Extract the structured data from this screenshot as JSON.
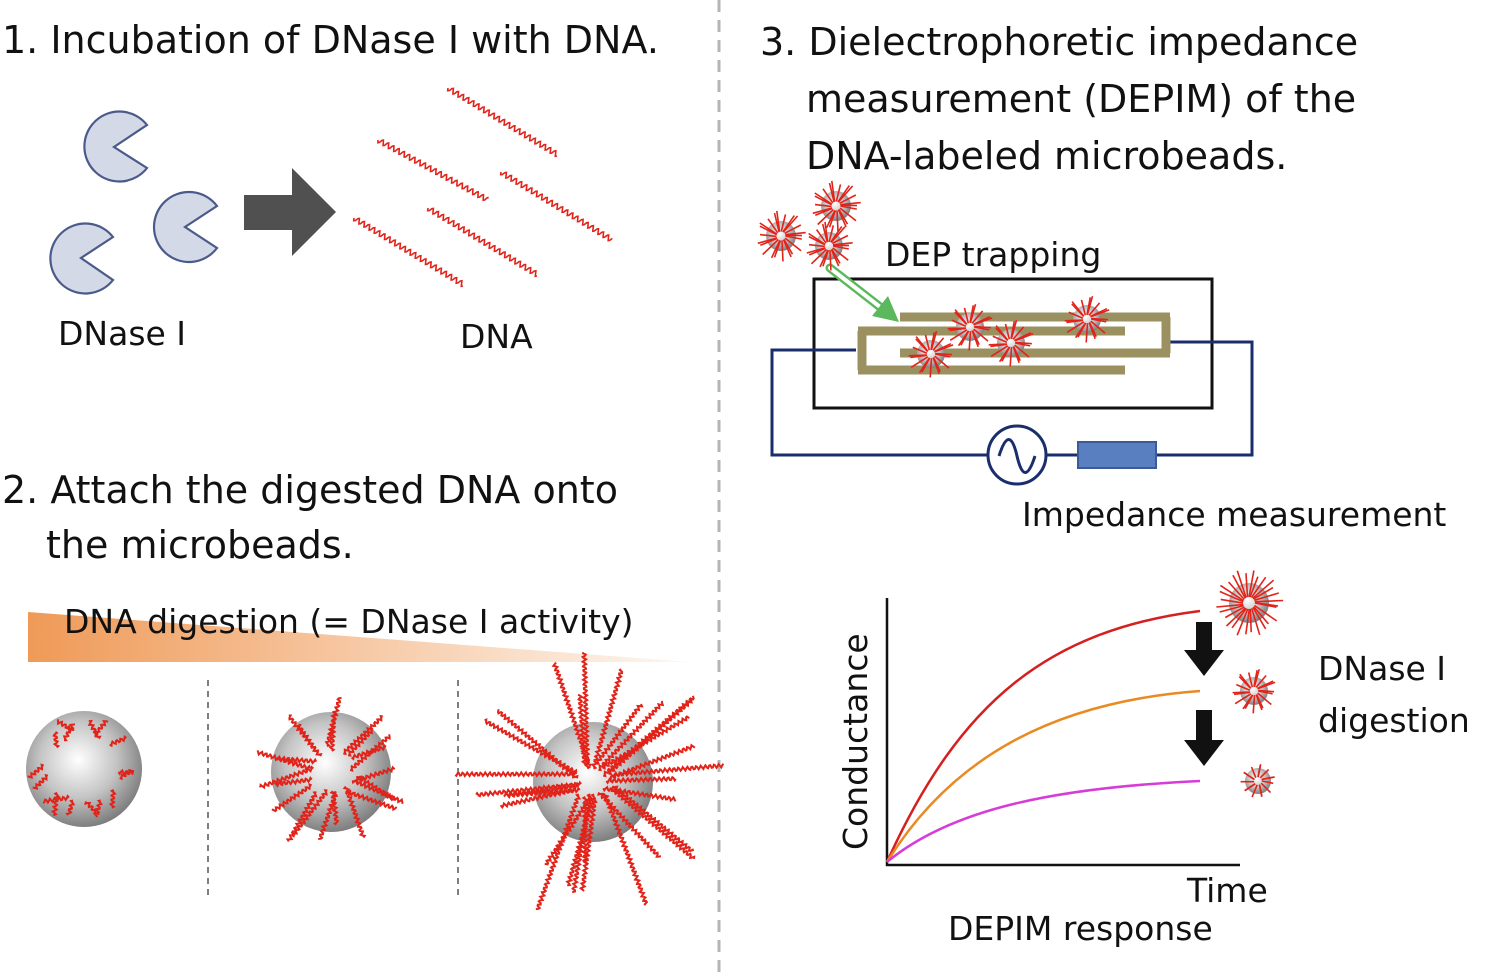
{
  "step1": {
    "title": "1. Incubation of DNase I with DNA.",
    "dnase_label": "DNase I",
    "dna_label": "DNA"
  },
  "step2": {
    "title_line1": "2. Attach the digested DNA onto",
    "title_line2": "the microbeads.",
    "gradient_label": "DNA digestion (= DNase I activity)"
  },
  "step3": {
    "title_line1": "3. Dielectrophoretic impedance",
    "title_line2": "measurement (DEPIM) of the",
    "title_line3": "DNA-labeled microbeads.",
    "trap_label": "DEP trapping",
    "impedance_label": "Impedance measurement"
  },
  "graph": {
    "ylabel": "Conductance",
    "xlabel": "Time",
    "caption": "DEPIM response",
    "legend_line1": "DNase I",
    "legend_line2": "digestion"
  },
  "colors": {
    "dna_red": "#e2231a",
    "pacman_fill": "#d3d9e6",
    "pacman_stroke": "#4a5a8a",
    "arrow_gray": "#505050",
    "electrode": "#9a9060",
    "circuit": "#1a2e6e",
    "resistor": "#5a7fc0",
    "trap_arrow": "#5cb85c",
    "gradient_orange": "#ef9a57",
    "curve_red": "#d61f1f",
    "curve_orange": "#e98a22",
    "curve_magenta": "#d63cd6"
  }
}
